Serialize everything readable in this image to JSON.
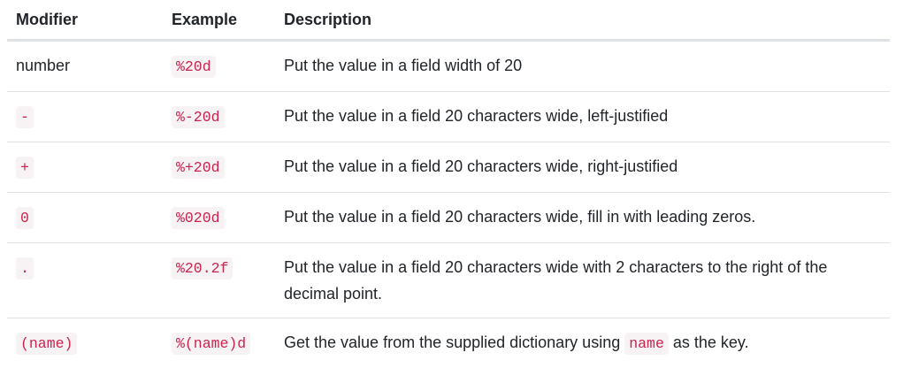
{
  "headers": {
    "modifier": "Modifier",
    "example": "Example",
    "description": "Description"
  },
  "rows": [
    {
      "modifier": "number",
      "modifier_is_code": false,
      "example": "%20d",
      "description": "Put the value in a field width of 20"
    },
    {
      "modifier": "-",
      "modifier_is_code": true,
      "example": "%-20d",
      "description": "Put the value in a field 20 characters wide, left-justified"
    },
    {
      "modifier": "+",
      "modifier_is_code": true,
      "example": "%+20d",
      "description": "Put the value in a field 20 characters wide, right-justified"
    },
    {
      "modifier": "0",
      "modifier_is_code": true,
      "example": "%020d",
      "description": "Put the value in a field 20 characters wide, fill in with leading zeros."
    },
    {
      "modifier": ".",
      "modifier_is_code": true,
      "example": "%20.2f",
      "description": "Put the value in a field 20 characters wide with 2 characters to the right of the decimal point."
    },
    {
      "modifier": "(name)",
      "modifier_is_code": true,
      "example": "%(name)d",
      "description_before": "Get the value from the supplied dictionary using",
      "description_code": "name",
      "description_after": "as the key."
    }
  ]
}
